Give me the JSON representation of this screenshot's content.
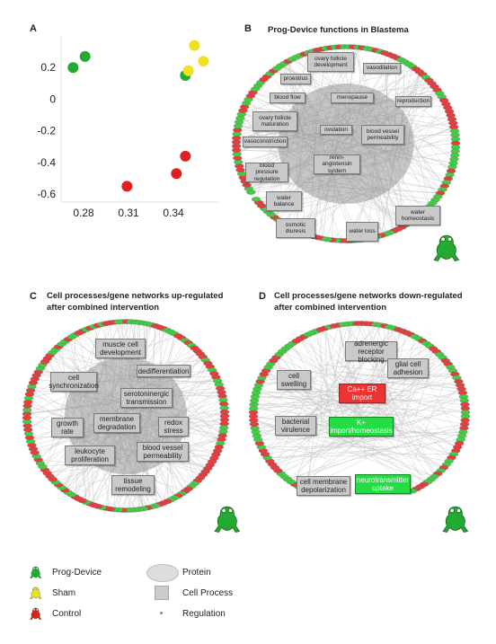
{
  "colors": {
    "prog_device": "#22aa33",
    "sham": "#f0e020",
    "control": "#e02020",
    "protein": "#dddddd",
    "cell_process": "#cccccc"
  },
  "panel_a": {
    "letter": "A",
    "chart_data": {
      "type": "scatter",
      "xticks": [
        "0.28",
        "0.31",
        "0.34"
      ],
      "yticks": [
        "0.2",
        "0",
        "-0.2",
        "-0.4",
        "-0.6"
      ],
      "xlim": [
        0.265,
        0.37
      ],
      "ylim": [
        -0.65,
        0.4
      ],
      "series": [
        {
          "name": "Prog-Device",
          "points": [
            [
              0.273,
              0.2
            ],
            [
              0.281,
              0.27
            ],
            [
              0.348,
              0.15
            ]
          ]
        },
        {
          "name": "Sham",
          "points": [
            [
              0.354,
              0.34
            ],
            [
              0.35,
              0.18
            ],
            [
              0.36,
              0.24
            ]
          ]
        },
        {
          "name": "Control",
          "points": [
            [
              0.309,
              -0.55
            ],
            [
              0.342,
              -0.47
            ],
            [
              0.348,
              -0.36
            ]
          ]
        }
      ]
    }
  },
  "panel_b": {
    "letter": "B",
    "title": "Prog-Device functions in Blastema",
    "nodes": [
      "ovary follicle development",
      "vasodilation",
      "proestrus",
      "blood flow",
      "menopause",
      "reproduction",
      "ovary follicle maturation",
      "ovulation",
      "blood vessel permeability",
      "vasoconstriction",
      "renin-angiotensin system",
      "blood pressure regulation",
      "water balance",
      "osmotic diuresis",
      "water loss",
      "water homeostasis"
    ]
  },
  "panel_c": {
    "letter": "C",
    "title_line1": "Cell processes/gene networks up-regulated",
    "title_line2": "after combined intervention",
    "nodes": [
      "muscle cell development",
      "cell synchronization",
      "dedifferentiation",
      "serotoninergic transmission",
      "membrane degradation",
      "growth rate",
      "redox stress",
      "leukocyte proliferation",
      "blood vessel permeability",
      "tissue remodeling"
    ]
  },
  "panel_d": {
    "letter": "D",
    "title_line1": "Cell processes/gene networks  down-regulated",
    "title_line2": "after combined intervention",
    "nodes": [
      "adrenergic receptor blocking",
      "glial cell adhesion",
      "cell swelling",
      "Ca++ ER import",
      "bacterial virulence",
      "K+ import/homeostasis",
      "cell membrane depolarization",
      "neurotransmitter uptake"
    ]
  },
  "legend": {
    "prog_device": "Prog-Device",
    "sham": "Sham",
    "control": "Control",
    "protein": "Protein",
    "cell_process": "Cell Process",
    "regulation": "Regulation"
  }
}
